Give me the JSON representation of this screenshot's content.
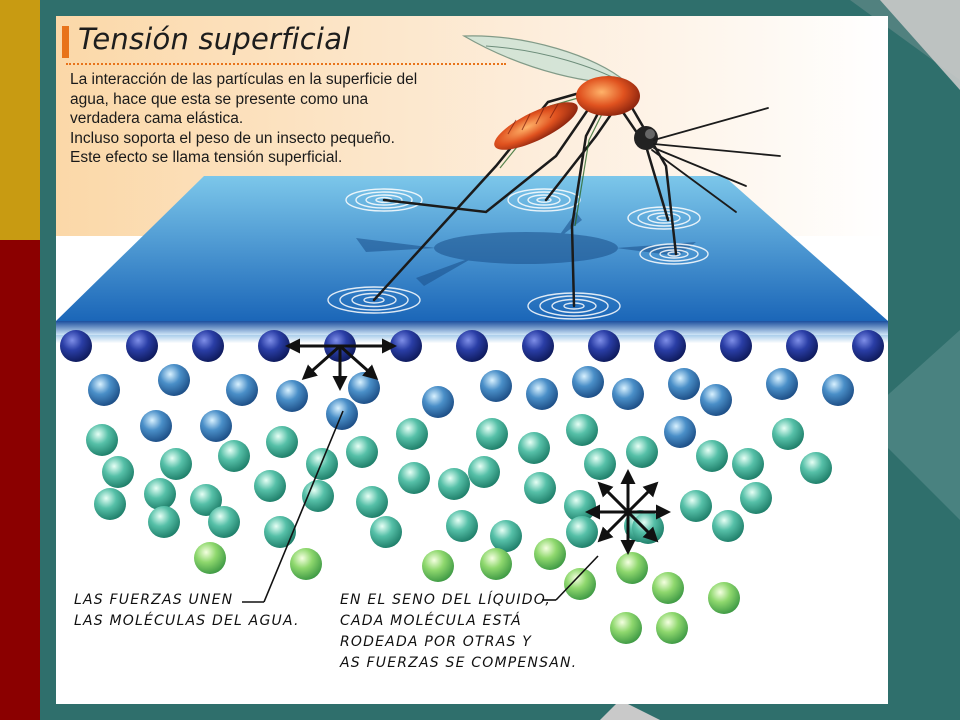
{
  "slide": {
    "colors": {
      "background": "#2f6f6c",
      "gold_bar": "#c89b12",
      "red_bar": "#8b0000"
    }
  },
  "figure": {
    "title": "Tensión superficial",
    "description_lines": [
      "La interacción de las partículas en la superficie del",
      "agua, hace que esta se presente como una",
      "verdadera cama elástica.",
      "Incluso soporta el peso de un insecto pequeño.",
      "Este efecto se llama tensión superficial."
    ],
    "caption_left_lines": [
      "Las fuerzas unen",
      "las moléculas del agua."
    ],
    "caption_right_lines": [
      "En el seno del líquido,",
      "cada molécula está",
      "rodeada por otras y",
      "as fuerzas se compensan."
    ],
    "colors": {
      "water_surface": "#2f7fc4",
      "surface_molecule": "#1c2f8f",
      "bulk_molecule_top": "#2c5f9a",
      "bulk_molecule_bottom": "#8fdc6f",
      "accent": "#e8731a",
      "mosquito_body": "#d2421c"
    },
    "icons": [
      "mosquito-icon",
      "ripple-icon",
      "force-arrow-icon"
    ]
  }
}
